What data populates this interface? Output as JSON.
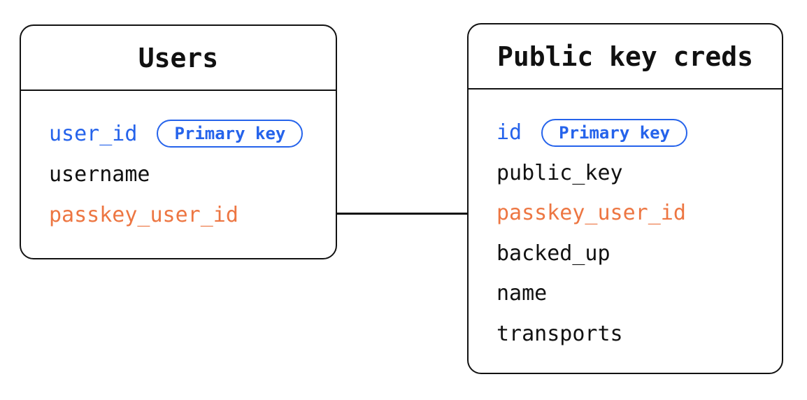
{
  "diagram": {
    "tables": [
      {
        "title": "Users",
        "fields": [
          {
            "name": "user_id",
            "role": "primary-key",
            "badge": "Primary key"
          },
          {
            "name": "username",
            "role": "regular"
          },
          {
            "name": "passkey_user_id",
            "role": "foreign-key"
          }
        ]
      },
      {
        "title": "Public key creds",
        "fields": [
          {
            "name": "id",
            "role": "primary-key",
            "badge": "Primary key"
          },
          {
            "name": "public_key",
            "role": "regular"
          },
          {
            "name": "passkey_user_id",
            "role": "foreign-key"
          },
          {
            "name": "backed_up",
            "role": "regular"
          },
          {
            "name": "name",
            "role": "regular"
          },
          {
            "name": "transports",
            "role": "regular"
          }
        ]
      }
    ],
    "relationship": {
      "between": [
        "Users.passkey_user_id",
        "Public key creds.passkey_user_id"
      ]
    },
    "colors": {
      "primary_blue": "#2563eb",
      "foreign_orange": "#ed7642",
      "border": "#121212",
      "text": "#111111"
    }
  }
}
